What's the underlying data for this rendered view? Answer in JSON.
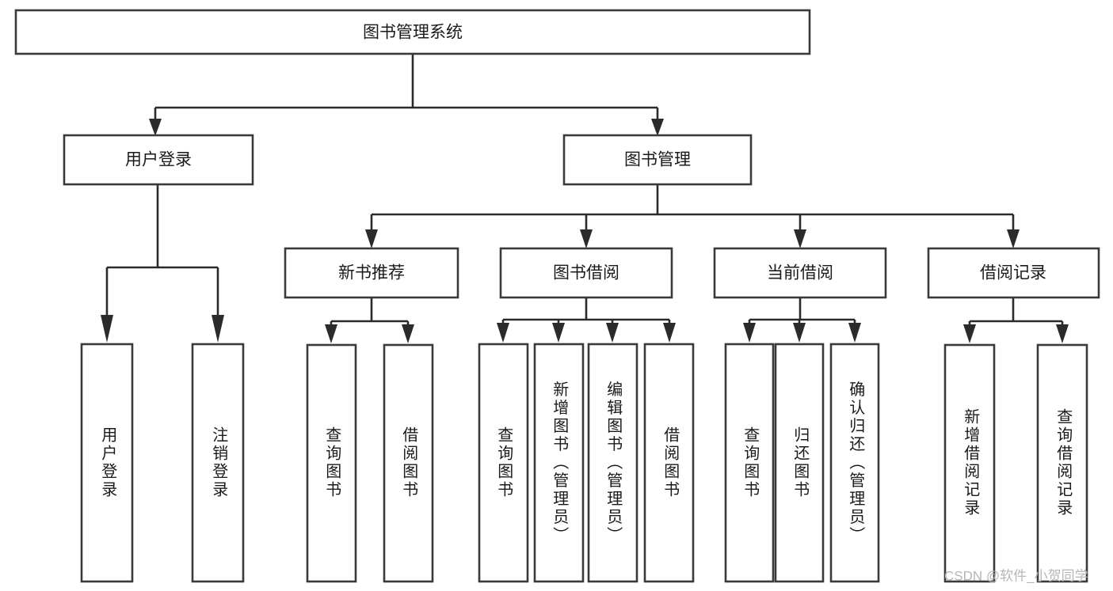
{
  "diagram": {
    "title": "图书管理系统",
    "type": "tree",
    "watermark": "CSDN @软件_小贺同学",
    "colors": {
      "box_stroke": "#3a3a3a",
      "connector": "#2b2b2b",
      "box_fill": "#ffffff",
      "text": "#1a1a1a",
      "watermark": "#b6b6b6",
      "background": "#ffffff"
    },
    "nodes": {
      "root": {
        "label": "图书管理系统"
      },
      "level2": [
        {
          "label": "用户登录"
        },
        {
          "label": "图书管理"
        }
      ],
      "level3": [
        {
          "label": "新书推荐"
        },
        {
          "label": "图书借阅"
        },
        {
          "label": "当前借阅"
        },
        {
          "label": "借阅记录"
        }
      ],
      "leaves": {
        "user_login": [
          {
            "label": "用户登录"
          },
          {
            "label": "注销登录"
          }
        ],
        "new_book_recommend": [
          {
            "label": "查询图书"
          },
          {
            "label": "借阅图书"
          }
        ],
        "book_borrow": [
          {
            "label": "查询图书"
          },
          {
            "label": "新增图书（管理员）"
          },
          {
            "label": "编辑图书（管理员）"
          },
          {
            "label": "借阅图书"
          }
        ],
        "current_borrow": [
          {
            "label": "查询图书"
          },
          {
            "label": "归还图书"
          },
          {
            "label": "确认归还（管理员）"
          }
        ],
        "borrow_record": [
          {
            "label": "新增借阅记录"
          },
          {
            "label": "查询借阅记录"
          }
        ]
      }
    }
  }
}
